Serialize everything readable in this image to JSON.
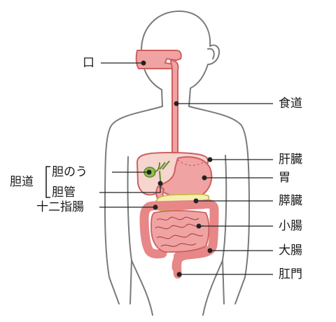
{
  "labels": {
    "mouth": "口",
    "esophagus": "食道",
    "liver": "肝臓",
    "stomach": "胃",
    "gallbladder": "胆のう",
    "bile_duct_group": "胆道",
    "bile_duct": "胆管",
    "pancreas": "膵臓",
    "duodenum": "十二指腸",
    "small_intestine": "小腸",
    "large_intestine": "大腸",
    "anus": "肛門"
  },
  "colors": {
    "outline": "#7a7a7a",
    "tract_fill": "#f0a3a3",
    "tract_stroke": "#cf5f5f",
    "liver_fill": "#f6d5cf",
    "gallbladder_fill": "#8fbf52",
    "pancreas_fill": "#f7efb0",
    "leader_line": "#222222"
  }
}
